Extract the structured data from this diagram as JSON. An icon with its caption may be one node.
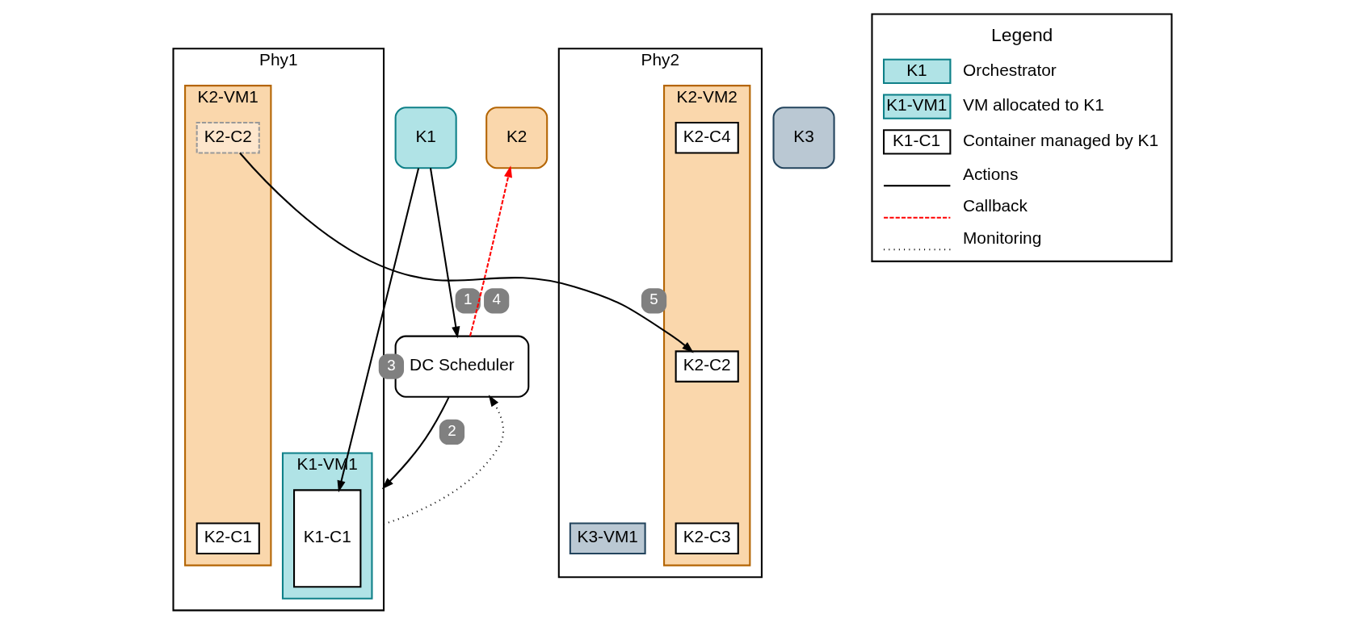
{
  "diagram": {
    "nodes": [
      {
        "text": [
          "K1"
        ]
      },
      {
        "text": [
          "K2"
        ]
      },
      {
        "text": [
          "K3"
        ]
      },
      {
        "text": [
          "DC Scheduler"
        ]
      },
      {
        "text": [
          "Phy1"
        ]
      },
      {
        "text": [
          "K1-VM1"
        ],
        "in": 4
      },
      {
        "text": [
          "K1-C1"
        ],
        "in": 5
      },
      {
        "text": [
          "K2-VM1"
        ],
        "in": 4
      },
      {
        "text": [
          "K2-C1"
        ],
        "in": 7
      },
      {
        "text": [
          "K2-C2"
        ],
        "in": 7
      },
      {
        "text": [
          "Phy2"
        ]
      },
      {
        "text": [
          "K3-VM1"
        ],
        "in": 10
      },
      {
        "text": [
          "K2-VM2"
        ],
        "in": 10
      },
      {
        "text": [
          "K2-C3"
        ],
        "in": 12
      },
      {
        "text": [
          "K2-C2"
        ],
        "in": 12
      },
      {
        "text": [
          "K2-C4"
        ],
        "in": 12
      }
    ],
    "edges": [
      {
        "from": 0,
        "to": 3,
        "arrow": "to",
        "label": "1"
      },
      {
        "from": 3,
        "to": 4,
        "arrow": "to",
        "label": "2"
      },
      {
        "from": 0,
        "to": 6,
        "arrow": "to",
        "label": "3"
      },
      {
        "from": 3,
        "to": 1,
        "arrow": "to",
        "label": "4",
        "style": "dashed",
        "color": "#ff0000"
      },
      {
        "from": 9,
        "to": 14,
        "arrow": "to",
        "label": "5"
      },
      {
        "from": 4,
        "to": 3,
        "arrow": "to",
        "style": "dashed"
      }
    ],
    "labels": [
      "Legend",
      "K1",
      "K1-VM1",
      "K1-C1"
    ],
    "legend": [
      {
        "text": "Orchestrator",
        "color": "#b0e3e6"
      },
      {
        "text": "VM allocated to K1",
        "color": "#b0e3e6"
      },
      {
        "text": "Container managed by K1",
        "color": "#ffffff"
      },
      {
        "text": "Actions"
      },
      {
        "text": "Callback"
      },
      {
        "text": "Monitoring"
      }
    ]
  }
}
